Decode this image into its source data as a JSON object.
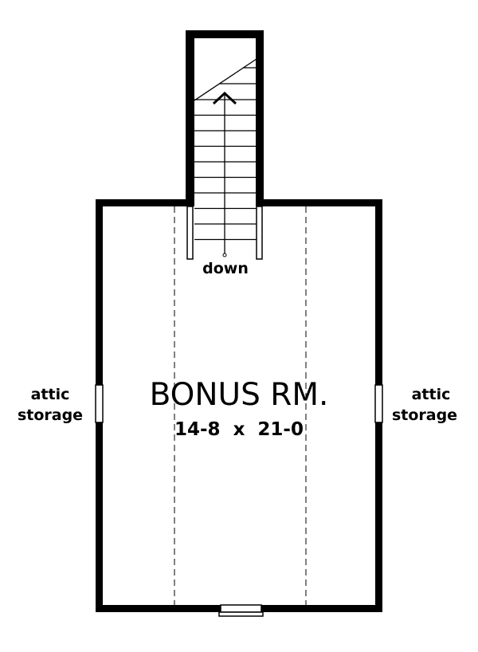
{
  "room": {
    "name": "BONUS RM.",
    "dimensions": "14-8  x  21-0"
  },
  "stairs": {
    "label": "down"
  },
  "left_storage": {
    "line1": "attic",
    "line2": "storage"
  },
  "right_storage": {
    "line1": "attic",
    "line2": "storage"
  },
  "colors": {
    "wall": "#000000",
    "background": "#ffffff"
  }
}
